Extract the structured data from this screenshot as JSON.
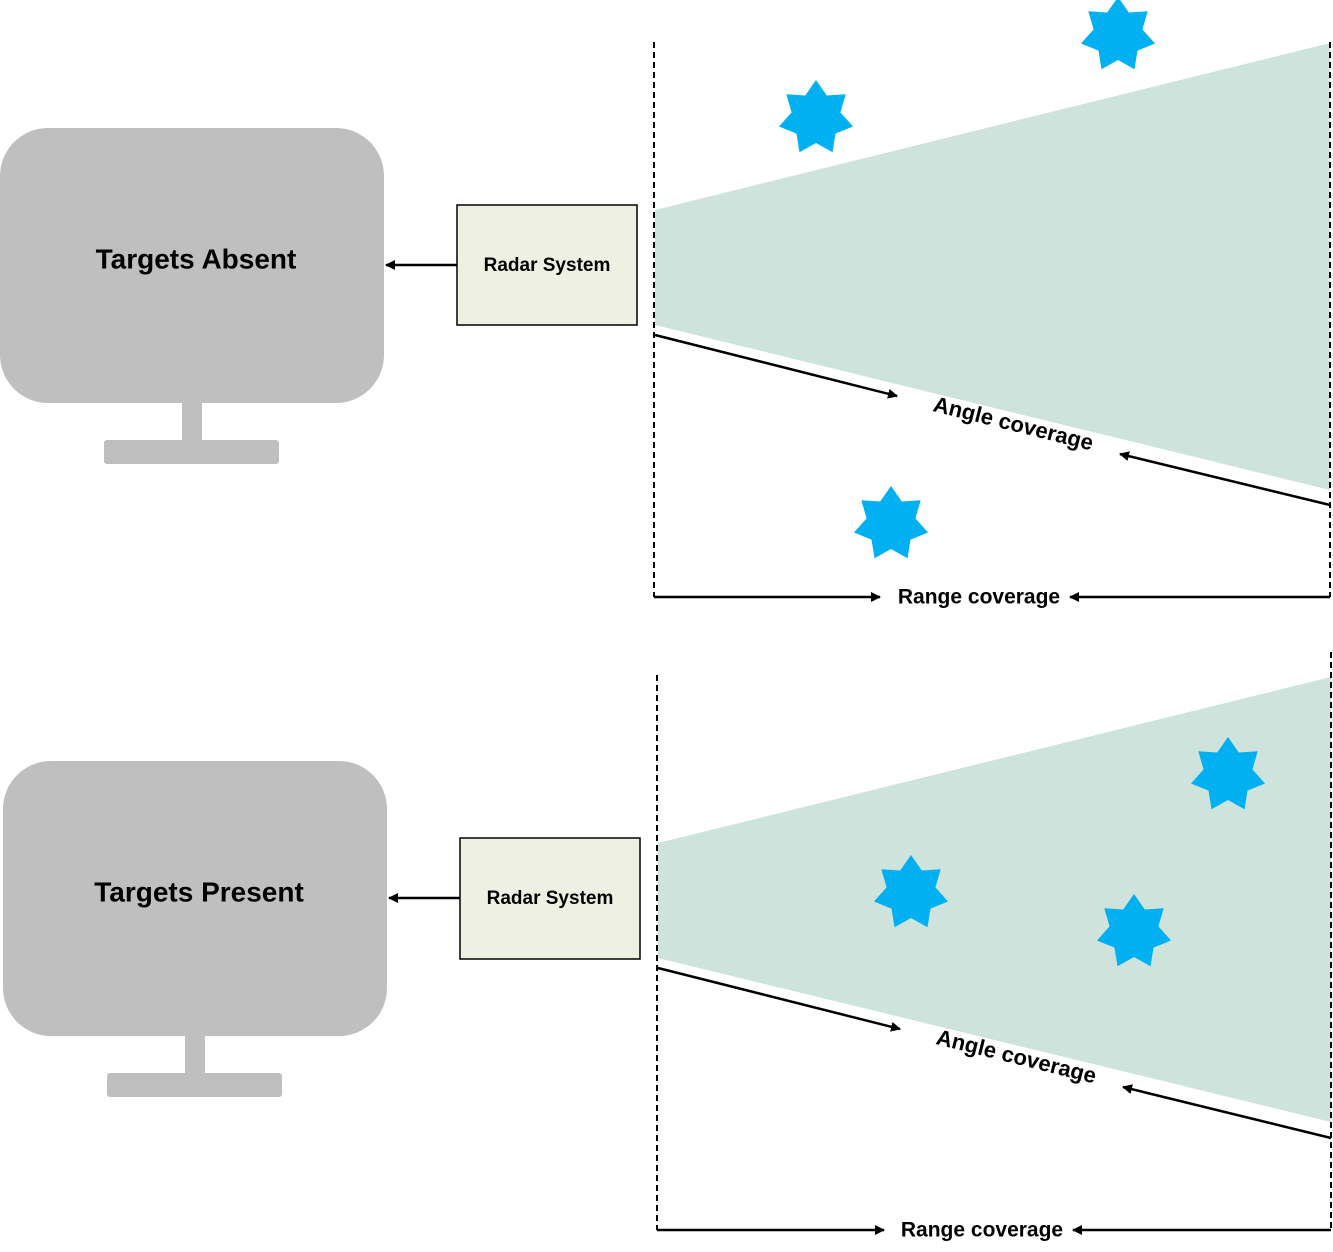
{
  "panels": [
    {
      "id": "absent",
      "monitor_label": "Targets Absent",
      "radar_label": "Radar System",
      "angle_label": "Angle coverage",
      "range_label": "Range coverage",
      "target_count": 3,
      "targets_in_beam": 0
    },
    {
      "id": "present",
      "monitor_label": "Targets Present",
      "radar_label": "Radar System",
      "angle_label": "Angle coverage",
      "range_label": "Range coverage",
      "target_count": 3,
      "targets_in_beam": 3
    }
  ],
  "colors": {
    "monitor": "#bfbfbf",
    "radar_box_fill": "#eef0e1",
    "radar_box_stroke": "#000000",
    "beam": "#cde3dc",
    "target": "#00b0f0",
    "line": "#000000"
  },
  "icons": {
    "target": "seven-point-star-icon",
    "monitor": "monitor-icon"
  }
}
